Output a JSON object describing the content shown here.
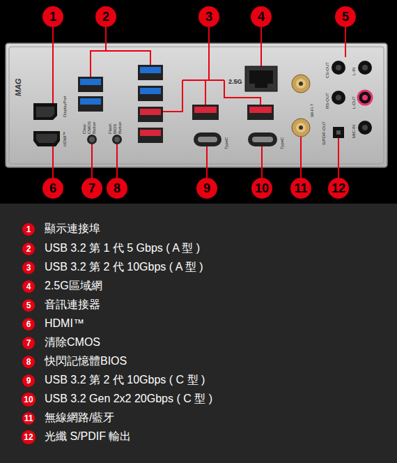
{
  "diagram": {
    "nodes": [
      {
        "text": [
          "1"
        ]
      },
      {
        "text": [
          "2"
        ]
      },
      {
        "text": [
          "3"
        ]
      },
      {
        "text": [
          "4"
        ]
      },
      {
        "text": [
          "5"
        ]
      },
      {
        "text": [
          "6"
        ]
      },
      {
        "text": [
          "7"
        ]
      },
      {
        "text": [
          "8"
        ]
      },
      {
        "text": [
          "9"
        ]
      },
      {
        "text": [
          "10"
        ]
      },
      {
        "text": [
          "11"
        ]
      },
      {
        "text": [
          "12"
        ]
      },
      {
        "text": [
          "1"
        ]
      },
      {
        "text": [
          "2"
        ]
      },
      {
        "text": [
          "3"
        ]
      },
      {
        "text": [
          "4"
        ]
      },
      {
        "text": [
          "5"
        ]
      },
      {
        "text": [
          "6"
        ]
      },
      {
        "text": [
          "7"
        ]
      },
      {
        "text": [
          "8"
        ]
      },
      {
        "text": [
          "9"
        ]
      },
      {
        "text": [
          "10"
        ]
      },
      {
        "text": [
          "11"
        ]
      },
      {
        "text": [
          "12"
        ]
      }
    ],
    "labels": [
      "MAG",
      "DisplayPort",
      "HDMI™",
      "Clear CMOS Button",
      "Flash BIOS Button",
      "2.5G",
      "Wi-Fi 7",
      "TypeC",
      "TypeC",
      "S/PDIF-OUT",
      "CS-OUT",
      "L-IN",
      "RS-OUT",
      "L-OUT",
      "MIC-IN",
      "顯示連接埠",
      "USB 3.2 第 1 代 5 Gbps ( A 型 )",
      "USB 3.2 第 2 代 10Gbps ( A 型 )",
      "2.5G區域網",
      "音訊連接器",
      "HDMI™",
      "清除CMOS",
      "快閃記憶體BIOS",
      "USB 3.2 第 2 代 10Gbps ( C 型 )",
      "USB 3.2 Gen 2x2 20Gbps ( C 型 )",
      "無線網路/藍牙",
      "光纖 S/PDIF 輸出"
    ]
  }
}
